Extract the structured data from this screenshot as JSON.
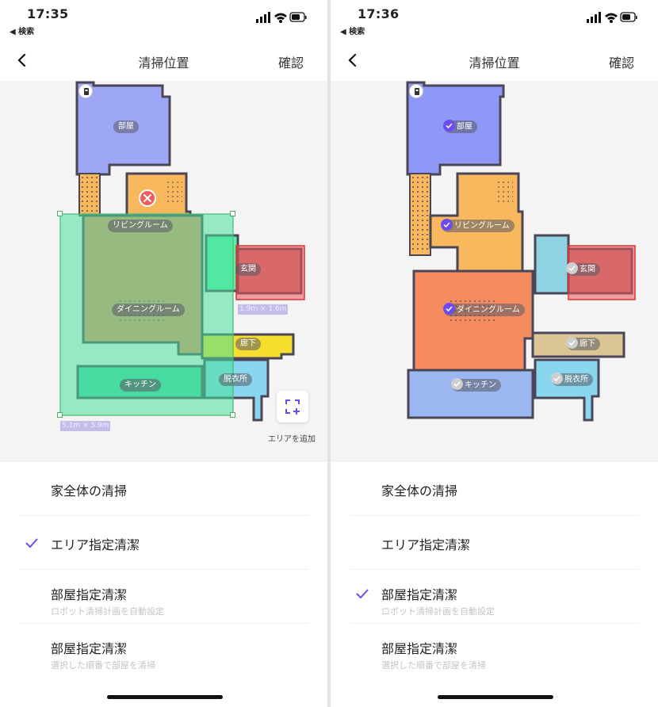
{
  "left": {
    "status_time": "17:35",
    "status_back": "◀ 検索",
    "nav_title": "清掃位置",
    "nav_confirm": "確認",
    "rooms": {
      "heya": "部屋",
      "living": "リビングルーム",
      "genkan": "玄関",
      "dining": "ダイニングルーム",
      "rouka": "廊下",
      "kitchen": "キッチン",
      "datsui": "脱衣所"
    },
    "zone_green_size": "5.1m × 5.9m",
    "zone_red_size": "1.9m × 1.6m",
    "add_area_label": "エリアを追加",
    "options": {
      "whole": "家全体の清掃",
      "area": "エリア指定清潔",
      "room_auto": "部屋指定清潔",
      "room_auto_sub": "ロボット清掃計画を自動設定",
      "room_order": "部屋指定清潔",
      "room_order_sub": "選択した順番で部屋を清掃"
    },
    "selected_option": "area"
  },
  "right": {
    "status_time": "17:36",
    "status_back": "◀ 検索",
    "nav_title": "清掃位置",
    "nav_confirm": "確認",
    "rooms": {
      "heya": "部屋",
      "living": "リビングルーム",
      "genkan": "玄関",
      "dining": "ダイニングルーム",
      "rouka": "廊下",
      "kitchen": "キッチン",
      "datsui": "脱衣所"
    },
    "selected_rooms": [
      "部屋",
      "リビングルーム",
      "ダイニングルーム"
    ],
    "options": {
      "whole": "家全体の清掃",
      "area": "エリア指定清潔",
      "room_auto": "部屋指定清潔",
      "room_auto_sub": "ロボット清掃計画を自動設定",
      "room_order": "部屋指定清潔",
      "room_order_sub": "選択した順番で部屋を清掃"
    },
    "selected_option": "room_auto"
  },
  "colors": {
    "accent": "#6a4df2",
    "heya_left": "#9ea6f6",
    "heya_right": "#8e98f6",
    "living": "#f9b85d",
    "dining_right": "#f58c5f",
    "genkan_left": "#5df1a8",
    "genkan_right": "#8fd3e2",
    "rouka_left": "#f6dd2e",
    "rouka_right": "#dcc595",
    "kitchen": "#9cb6f1",
    "datsui": "#89d7ef",
    "zone_green": "#49e09a",
    "zone_red": "#e65a5a",
    "wall": "#4a4658"
  }
}
